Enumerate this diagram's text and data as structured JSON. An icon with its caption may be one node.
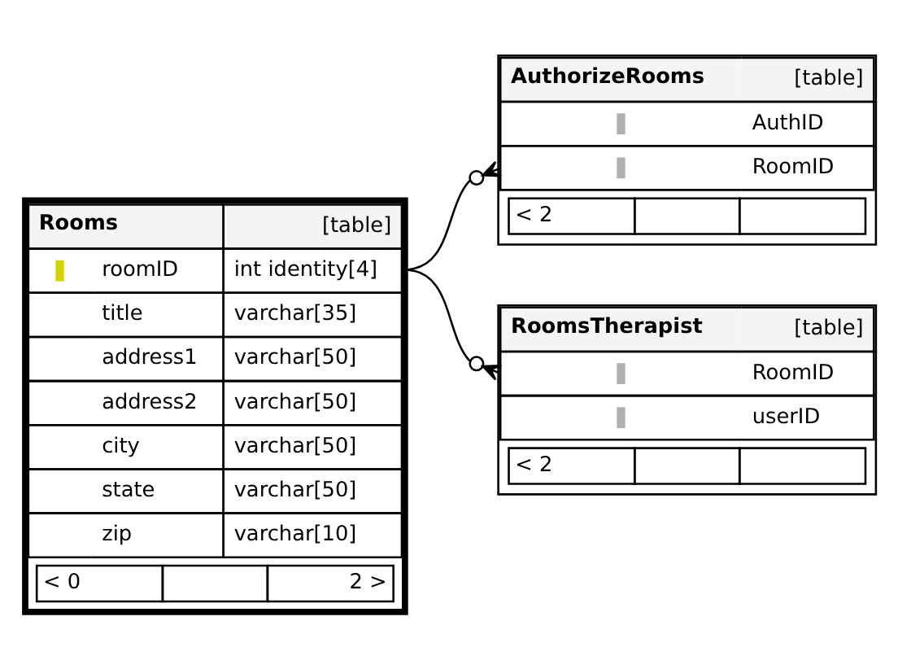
{
  "diagram": {
    "nodes": [
      {
        "text": [
          "Rooms",
          "[table]",
          "roomID",
          "int identity[4]",
          "title",
          "varchar[35]",
          "address1",
          "varchar[50]",
          "address2",
          "varchar[50]",
          "city",
          "varchar[50]",
          "state",
          "varchar[50]",
          "zip",
          "varchar[10]",
          "< 0",
          "2 >"
        ]
      },
      {
        "text": [
          "AuthorizeRooms",
          "[table]",
          "AuthID",
          "RoomID",
          "< 2"
        ]
      },
      {
        "text": [
          "RoomsTherapist",
          "[table]",
          "RoomID",
          "userID",
          "< 2"
        ]
      }
    ],
    "edges": [
      {
        "from": 0,
        "to": 1,
        "arrow": "other"
      },
      {
        "from": 0,
        "to": 2,
        "arrow": "other"
      }
    ]
  }
}
